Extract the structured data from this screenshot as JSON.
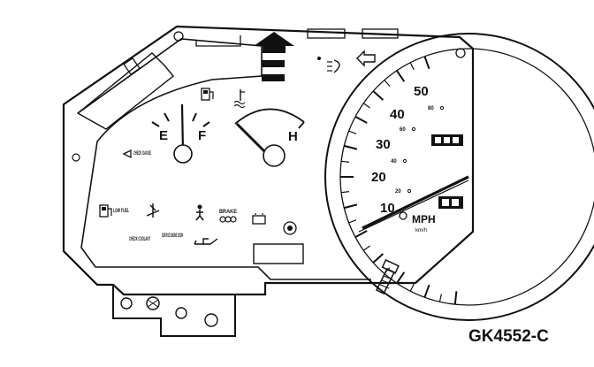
{
  "fuel_gauge": {
    "empty_label": "E",
    "full_label": "F"
  },
  "temp_gauge": {
    "hot_label": "H"
  },
  "speedometer": {
    "mph_ticks": [
      "10",
      "20",
      "30",
      "40",
      "50"
    ],
    "kmh_ticks": [
      "20",
      "40",
      "60",
      "80"
    ],
    "unit_label": "MPH",
    "unit_sub_label": "km/h"
  },
  "warning_lights": {
    "low_fuel": "LOW FUEL",
    "check_gauge": "CHECK GAUGE",
    "brake": "BRAKE",
    "check_coolant": "CHECK COOLANT",
    "service_engine_soon": "SERVICE ENGINE SOON"
  },
  "figure_code": "GK4552-C"
}
